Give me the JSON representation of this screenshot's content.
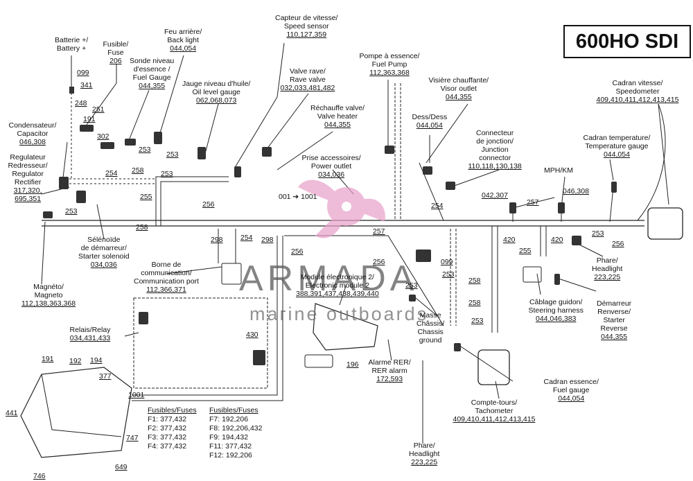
{
  "doc_code": "430227b",
  "model": "600HO SDI",
  "watermark": {
    "brand": "ARMADA",
    "tagline": "marine outboards"
  },
  "callouts": [
    {
      "id": "battery",
      "lines": [
        "Batterie +/",
        "Battery +"
      ],
      "ref": ""
    },
    {
      "id": "fuse",
      "lines": [
        "Fusible/",
        "Fuse"
      ],
      "ref": "206"
    },
    {
      "id": "fuel-level",
      "lines": [
        "Sonde niveau",
        "d'essence /",
        "Fuel Gauge"
      ],
      "ref": "044,355"
    },
    {
      "id": "back-light",
      "lines": [
        "Feu arrière/",
        "Back light"
      ],
      "ref": "044,054"
    },
    {
      "id": "speed-sensor",
      "lines": [
        "Capteur de vitesse/",
        "Speed sensor"
      ],
      "ref": "110,127,359"
    },
    {
      "id": "oil-level",
      "lines": [
        "Jauge niveau d'huile/",
        "Oil level gauge"
      ],
      "ref": "062,068,073"
    },
    {
      "id": "rave-valve",
      "lines": [
        "Valve rave/",
        "Rave valve"
      ],
      "ref": "032,033,481,482"
    },
    {
      "id": "valve-heater",
      "lines": [
        "Réchauffe valve/",
        "Valve heater"
      ],
      "ref": "044,355"
    },
    {
      "id": "fuel-pump",
      "lines": [
        "Pompe à essence/",
        "Fuel Pump"
      ],
      "ref": "112,363,368"
    },
    {
      "id": "visor-outlet",
      "lines": [
        "Visière chauffante/",
        "Visor outlet"
      ],
      "ref": "044,355"
    },
    {
      "id": "dess",
      "lines": [
        "Dess/Dess"
      ],
      "ref": "044,054"
    },
    {
      "id": "junction",
      "lines": [
        "Connecteur",
        "de jonction/",
        "Junction",
        "connector"
      ],
      "ref": "110,118,130,138"
    },
    {
      "id": "speedometer",
      "lines": [
        "Cadran vitesse/",
        "Speedometer"
      ],
      "ref": "409,410,411,412,413,415"
    },
    {
      "id": "temp-gauge",
      "lines": [
        "Cadran temperature/",
        "Temperature gauge"
      ],
      "ref": "044,054"
    },
    {
      "id": "mph-km",
      "lines": [
        "MPH/KM"
      ],
      "ref": ""
    },
    {
      "id": "capacitor",
      "lines": [
        "Condensateur/",
        "Capacitor"
      ],
      "ref": "046,308"
    },
    {
      "id": "regulator",
      "lines": [
        "Regulateur",
        "Redresseur/",
        "Regulator",
        "Rectifier"
      ],
      "ref": "317,320,|695,351"
    },
    {
      "id": "power-outlet",
      "lines": [
        "Prise accessoires/",
        "Power outlet"
      ],
      "ref": "034,036"
    },
    {
      "id": "starter-solenoid",
      "lines": [
        "Sélénoïde",
        "de démarreur/",
        "Starter solenoid"
      ],
      "ref": "034,036"
    },
    {
      "id": "magneto",
      "lines": [
        "Magnéto/",
        "Magneto"
      ],
      "ref": "112,138,363,368"
    },
    {
      "id": "comm-port",
      "lines": [
        "Borne de",
        "communication/",
        "Communication port"
      ],
      "ref": "112,366,371"
    },
    {
      "id": "ecm",
      "lines": [
        "Module électronique 2/",
        "Electronic module 2"
      ],
      "ref": "388,391,437,438,439,440"
    },
    {
      "id": "headlight-right",
      "lines": [
        "Phare/",
        "Headlight"
      ],
      "ref": "223,225"
    },
    {
      "id": "steering-harness",
      "lines": [
        "Câblage guidon/",
        "Steering harness"
      ],
      "ref": "044,046,383"
    },
    {
      "id": "starter-reverse",
      "lines": [
        "Démarreur",
        "Renverse/",
        "Starter",
        "Reverse"
      ],
      "ref": "044,355"
    },
    {
      "id": "relay",
      "lines": [
        "Relais/Relay"
      ],
      "ref": "034,431,433"
    },
    {
      "id": "chassis-ground",
      "lines": [
        "Masse",
        "Châssis/",
        "Chassis",
        "ground"
      ],
      "ref": ""
    },
    {
      "id": "rer-alarm",
      "lines": [
        "Alarme RER/",
        "RER alarm"
      ],
      "ref": "172,593"
    },
    {
      "id": "fuel-gauge-dial",
      "lines": [
        "Cadran essence/",
        "Fuel gauge"
      ],
      "ref": "044,054"
    },
    {
      "id": "tachometer",
      "lines": [
        "Compte-tours/",
        "Tachometer"
      ],
      "ref": "409,410,411,412,413,415"
    },
    {
      "id": "headlight-bottom",
      "lines": [
        "Phare/",
        "Headlight"
      ],
      "ref": "223,225"
    }
  ],
  "part_numbers": [
    "099",
    "341",
    "248",
    "251",
    "191",
    "302",
    "253",
    "253",
    "254",
    "258",
    "253",
    "255",
    "256",
    "258",
    "253",
    "298",
    "254",
    "298",
    "256",
    "257",
    "256",
    "099",
    "253",
    "258",
    "258",
    "253",
    "196",
    "253",
    "254",
    "042,307",
    "257",
    "046,308",
    "420",
    "420",
    "253",
    "256",
    "255",
    "430",
    "191",
    "192",
    "194",
    "377",
    "441",
    "747",
    "649",
    "746",
    "1001",
    "001 ➔ 1001"
  ],
  "fuses_left": {
    "title": "Fusibles/Fuses",
    "rows": [
      "F1: 377,432",
      "F2: 377,432",
      "F3: 377,432",
      "F4: 377,432"
    ]
  },
  "fuses_right": {
    "title": "Fusibles/Fuses",
    "rows": [
      "F7: 192,206",
      "F8: 192,206,432",
      "F9: 194,432",
      "F11: 377,432",
      "F12: 192,206"
    ]
  },
  "colors": {
    "ink": "#111111",
    "wire": "#222222",
    "watermark_pink": "#e8a0c8",
    "watermark_gray": "#8a8a8a"
  }
}
